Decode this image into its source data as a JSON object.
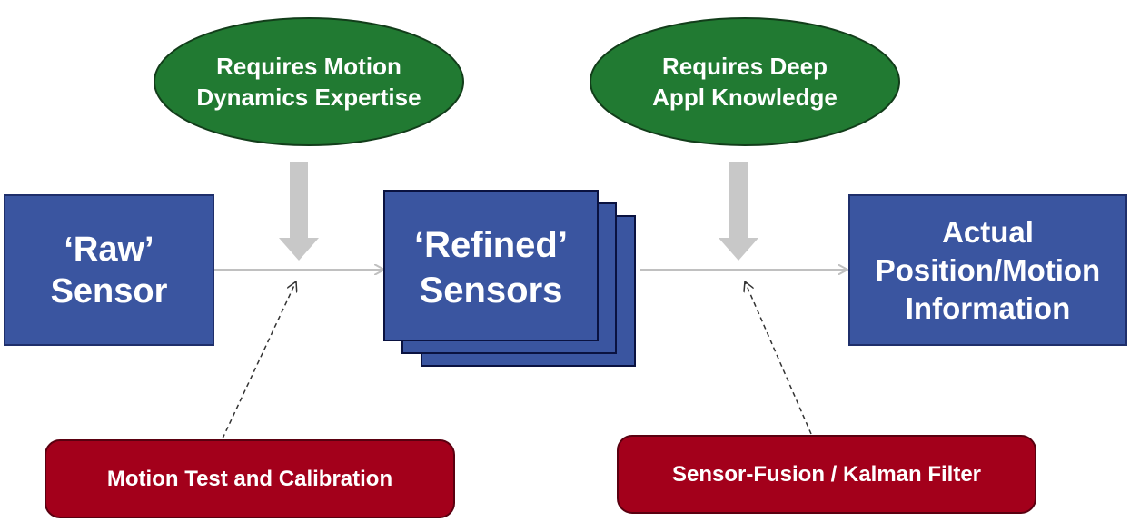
{
  "nodes": {
    "raw_sensor": {
      "label": "‘Raw’\nSensor"
    },
    "refined_sensors": {
      "label": "‘Refined’\nSensors"
    },
    "actual_info": {
      "label": "Actual\nPosition/Motion\nInformation"
    },
    "motion_dynamics": {
      "label": "Requires Motion\nDynamics Expertise"
    },
    "deep_appl": {
      "label": "Requires Deep\nAppl Knowledge"
    },
    "motion_test": {
      "label": "Motion Test and Calibration"
    },
    "sensor_fusion": {
      "label": "Sensor-Fusion / Kalman Filter"
    }
  },
  "colors": {
    "blue_box": "#3a55a0",
    "box_border": "#1f2f6b",
    "green_ellipse": "#217a32",
    "red_box": "#a3001b",
    "gray_arrow": "#c8c8c8",
    "connector": "#c0c0c0"
  }
}
